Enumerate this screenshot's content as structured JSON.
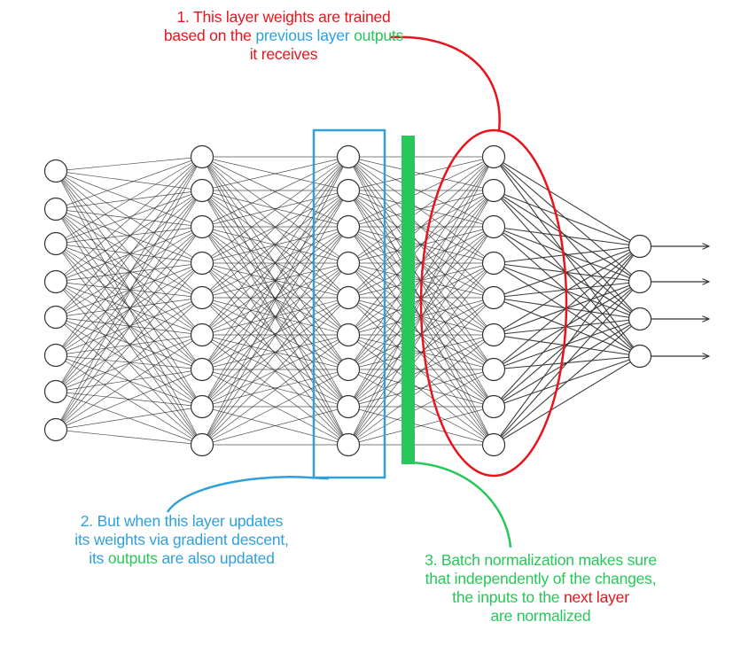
{
  "colors": {
    "red": "#e8141b",
    "blue": "#2fa0dd",
    "green": "#27c759",
    "node_stroke": "#333333",
    "edge": "#333333"
  },
  "network": {
    "layers": [
      {
        "nodes": 8
      },
      {
        "nodes": 9
      },
      {
        "nodes": 9
      },
      {
        "nodes": 9
      },
      {
        "nodes": 4
      }
    ],
    "highlighted_layer": 2,
    "normalized_layer": 3,
    "output_arrows": 4
  },
  "notes": {
    "note1": {
      "color": "red",
      "lines": [
        [
          {
            "t": "1. This layer weights are trained",
            "c": "red"
          }
        ],
        [
          {
            "t": "based on the ",
            "c": "red"
          },
          {
            "t": "previous layer",
            "c": "blue"
          },
          {
            "t": " ",
            "c": "red"
          },
          {
            "t": "outputs",
            "c": "green"
          }
        ],
        [
          {
            "t": "it receives",
            "c": "red"
          }
        ]
      ]
    },
    "note2": {
      "color": "blue",
      "lines": [
        [
          {
            "t": "2. But when this layer updates",
            "c": "blue"
          }
        ],
        [
          {
            "t": "its weights via gradient descent,",
            "c": "blue"
          }
        ],
        [
          {
            "t": "its ",
            "c": "blue"
          },
          {
            "t": "outputs",
            "c": "green"
          },
          {
            "t": " are also updated",
            "c": "blue"
          }
        ]
      ]
    },
    "note3": {
      "color": "green",
      "lines": [
        [
          {
            "t": "3. Batch normalization makes sure",
            "c": "green"
          }
        ],
        [
          {
            "t": "that independently of the changes,",
            "c": "green"
          }
        ],
        [
          {
            "t": "the inputs to the ",
            "c": "green"
          },
          {
            "t": "next layer",
            "c": "red"
          }
        ],
        [
          {
            "t": "are normalized",
            "c": "green"
          }
        ]
      ]
    }
  }
}
